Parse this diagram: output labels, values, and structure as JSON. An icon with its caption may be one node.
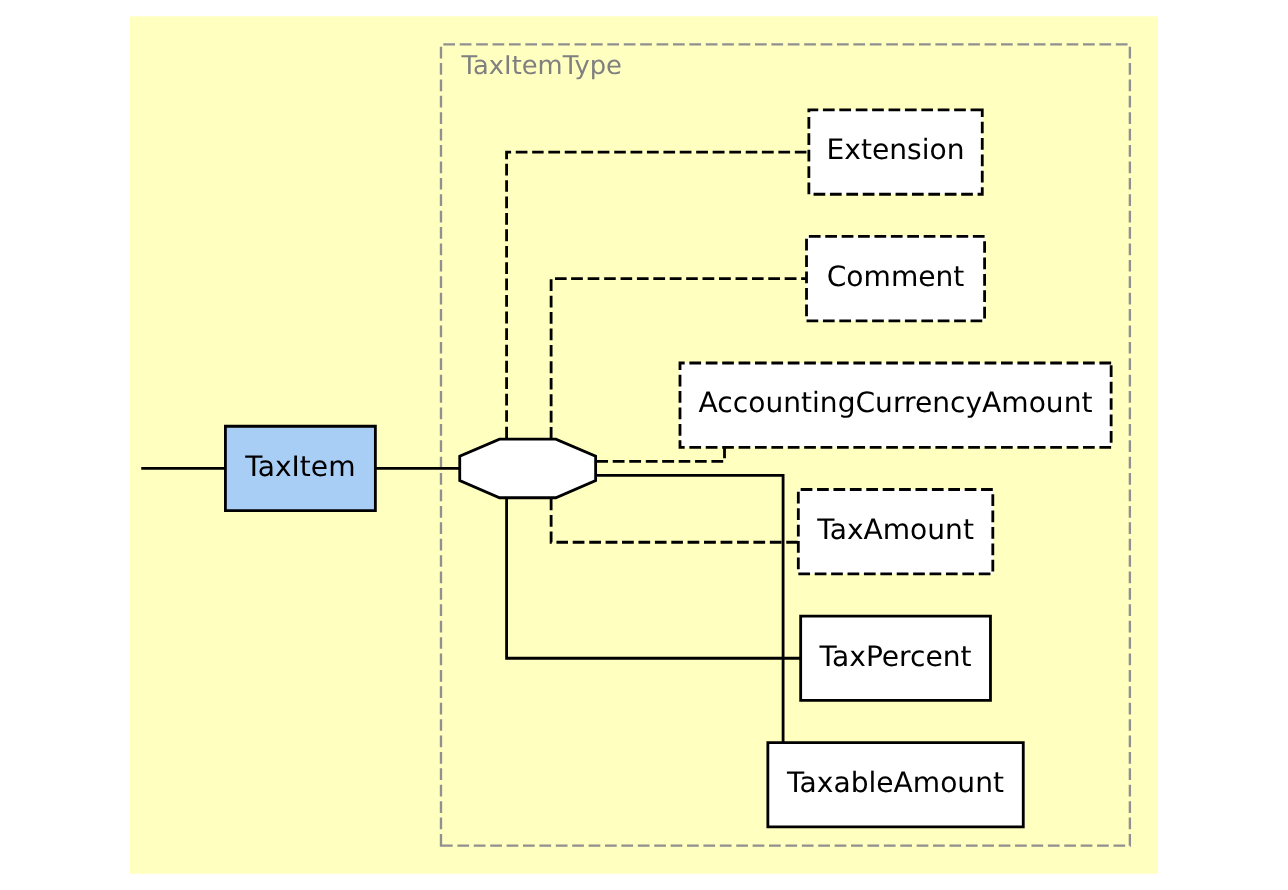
{
  "diagram": {
    "nodes": [
      {
        "text": [
          "TaxItem"
        ]
      },
      {
        "text": [
          "TaxItemType"
        ]
      },
      {
        "text": [],
        "shape": "octagon",
        "in": 1
      },
      {
        "text": [
          "TaxableAmount"
        ],
        "in": 1
      },
      {
        "text": [
          "TaxPercent"
        ],
        "in": 1
      },
      {
        "text": [
          "TaxAmount"
        ],
        "in": 1
      },
      {
        "text": [
          "AccountingCurrencyAmount"
        ],
        "in": 1
      },
      {
        "text": [
          "Comment"
        ],
        "in": 1
      },
      {
        "text": [
          "Extension"
        ],
        "in": 1
      }
    ],
    "edges": [
      {
        "from": null,
        "to": 0,
        "arrow": "none"
      },
      {
        "from": 0,
        "to": 2,
        "arrow": "none"
      },
      {
        "from": 2,
        "to": 3,
        "arrow": "none"
      },
      {
        "from": 2,
        "to": 4,
        "arrow": "none"
      },
      {
        "from": 2,
        "to": 5,
        "arrow": "none",
        "style": "dashed"
      },
      {
        "from": 2,
        "to": 6,
        "arrow": "none",
        "style": "dashed"
      },
      {
        "from": 2,
        "to": 7,
        "arrow": "none",
        "style": "dashed"
      },
      {
        "from": 2,
        "to": 8,
        "arrow": "none",
        "style": "dashed"
      }
    ]
  }
}
